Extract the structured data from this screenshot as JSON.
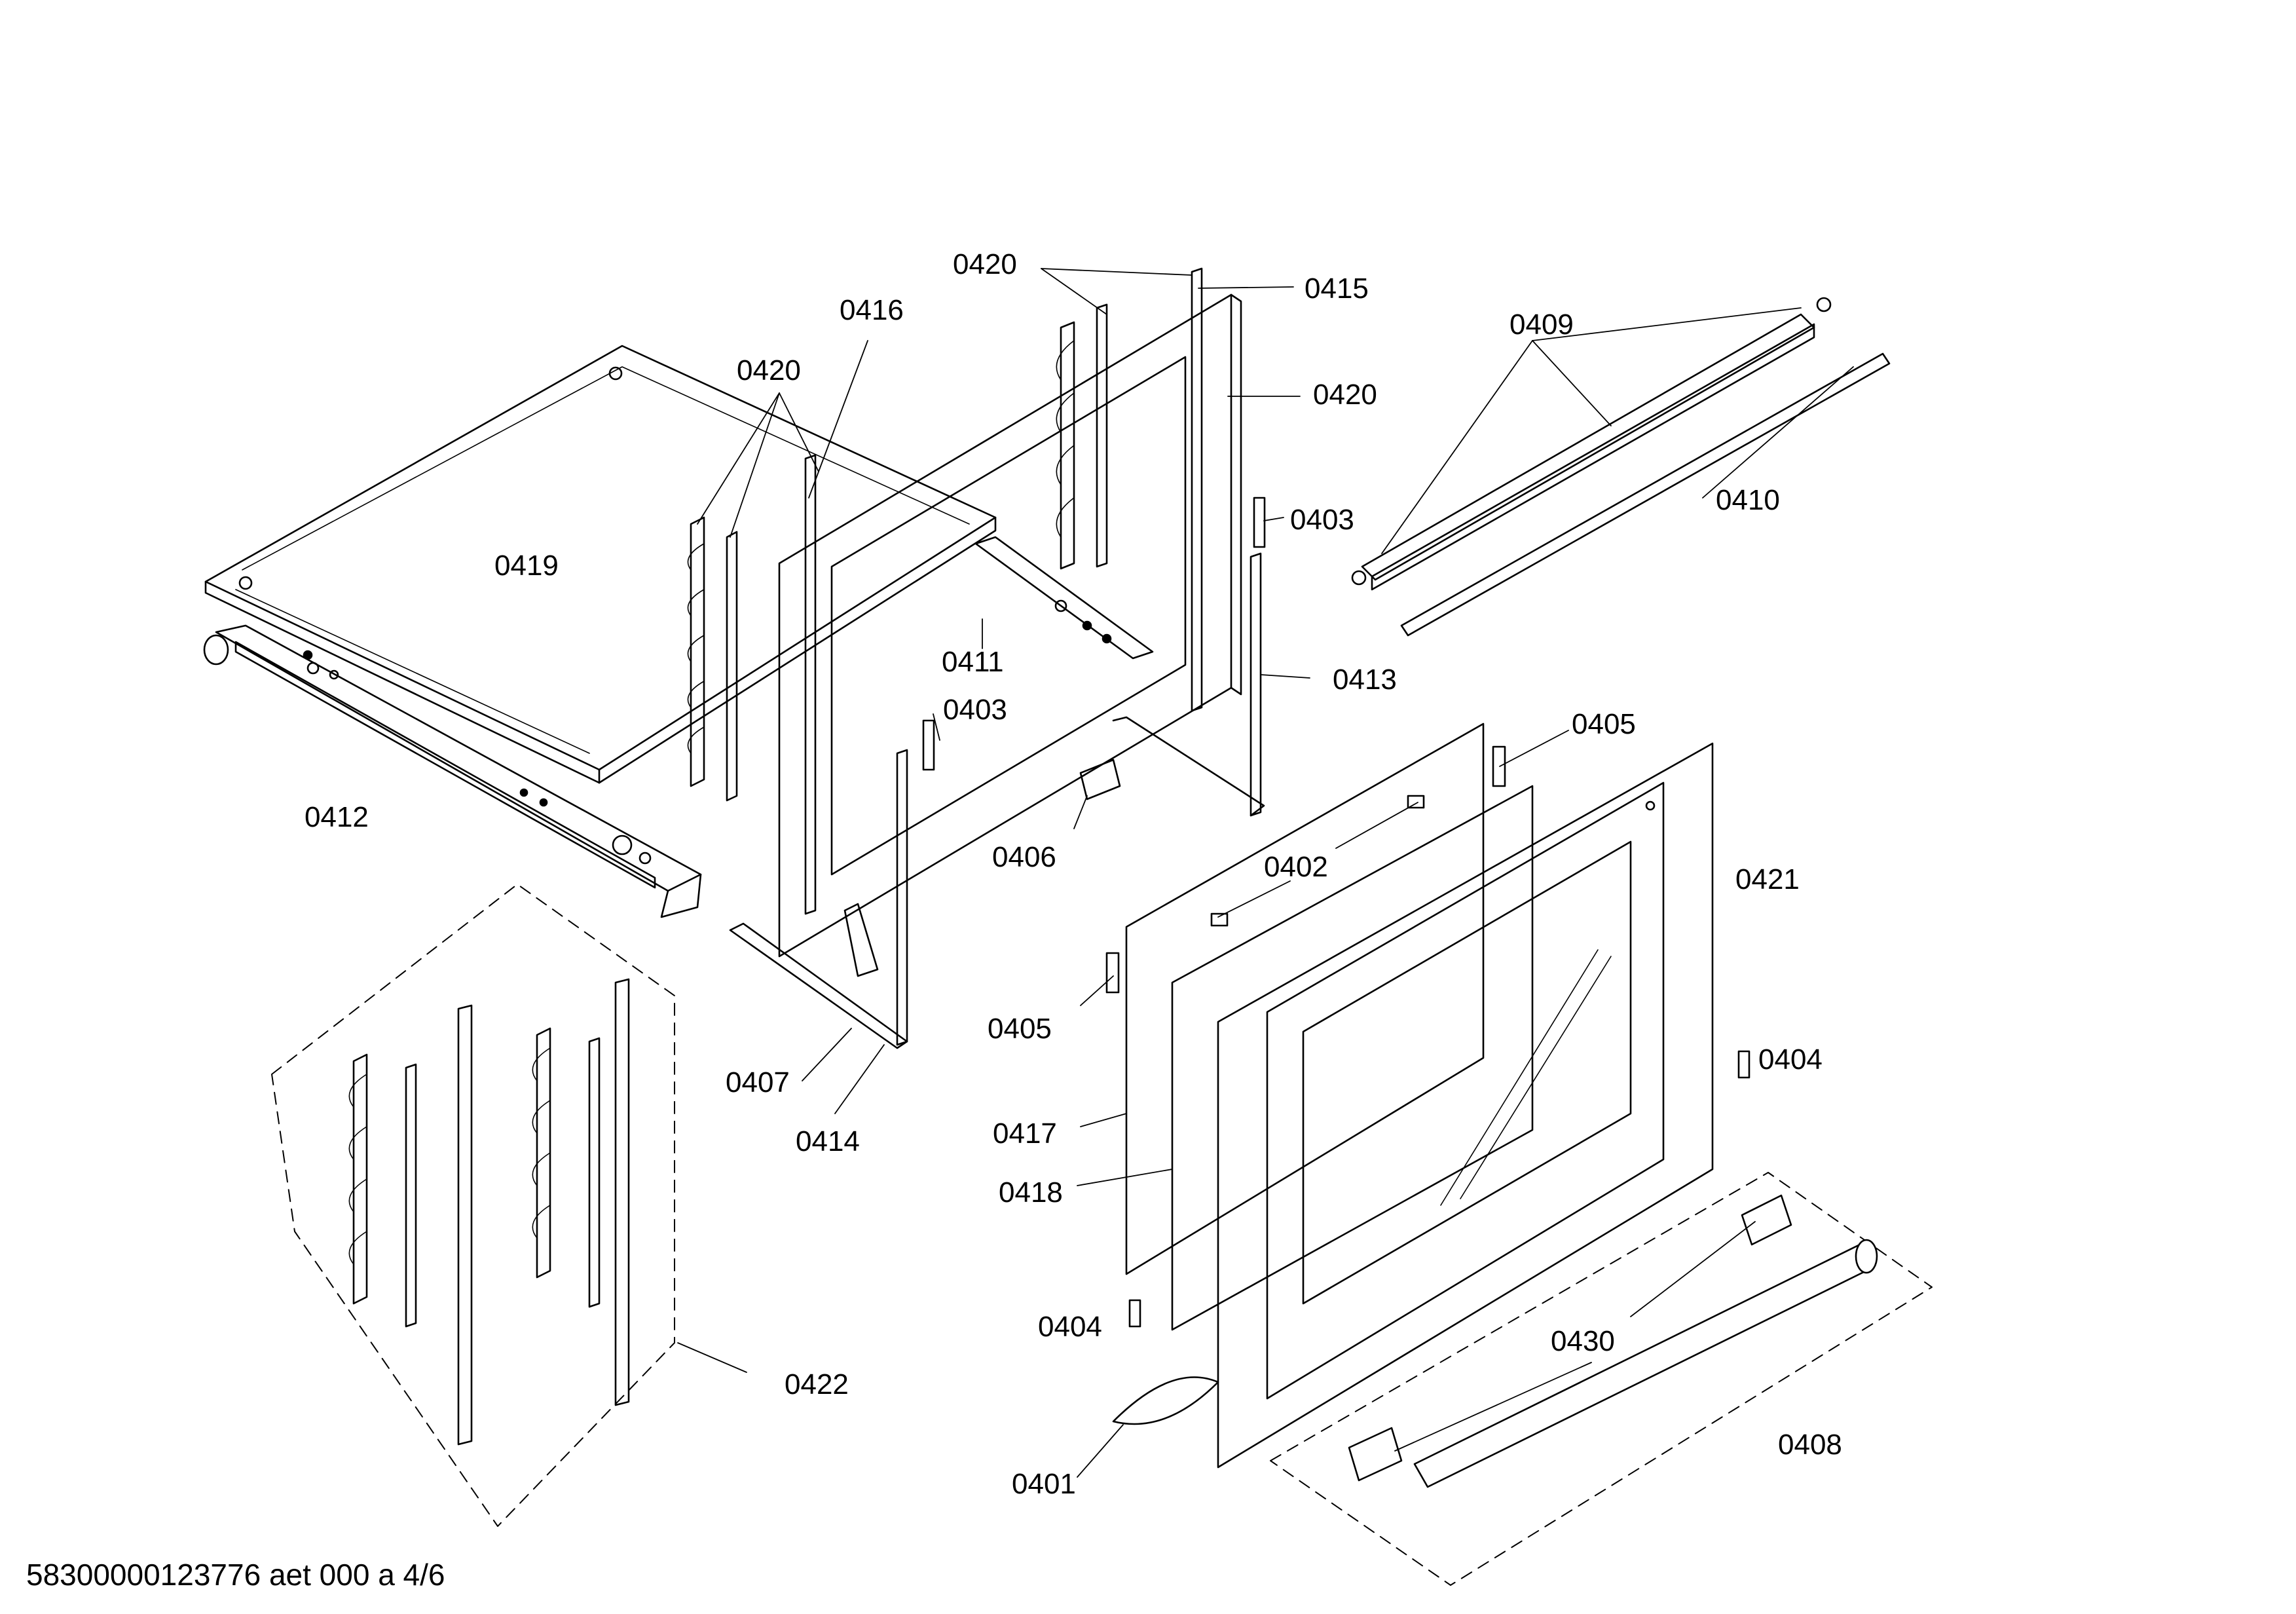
{
  "diagram": {
    "callouts": {
      "c0401": "0401",
      "c0402": "0402",
      "c0403a": "0403",
      "c0403b": "0403",
      "c0404a": "0404",
      "c0404b": "0404",
      "c0405a": "0405",
      "c0405b": "0405",
      "c0406": "0406",
      "c0407": "0407",
      "c0408": "0408",
      "c0409": "0409",
      "c0410": "0410",
      "c0411": "0411",
      "c0412": "0412",
      "c0413": "0413",
      "c0414": "0414",
      "c0415": "0415",
      "c0416": "0416",
      "c0417": "0417",
      "c0418": "0418",
      "c0419": "0419",
      "c0420a": "0420",
      "c0420b": "0420",
      "c0420c": "0420",
      "c0421": "0421",
      "c0422": "0422",
      "c0430": "0430"
    },
    "footer": "58300000123776 aet 000 a 4/6"
  }
}
